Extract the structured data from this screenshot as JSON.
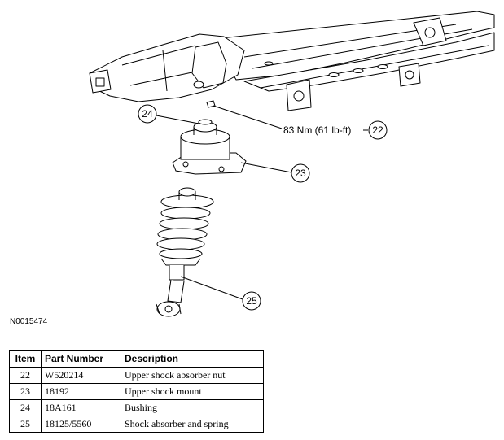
{
  "figure_id": "N0015474",
  "callouts": [
    {
      "id": "24",
      "label": "24"
    },
    {
      "id": "22",
      "label": "22"
    },
    {
      "id": "23",
      "label": "23"
    },
    {
      "id": "25",
      "label": "25"
    }
  ],
  "torque_spec": "83 Nm (61 lb-ft)",
  "table": {
    "headers": {
      "item": "Item",
      "part_number": "Part Number",
      "description": "Description"
    },
    "rows": [
      {
        "item": "22",
        "part_number": "W520214",
        "description": "Upper shock absorber nut"
      },
      {
        "item": "23",
        "part_number": "18192",
        "description": "Upper shock mount"
      },
      {
        "item": "24",
        "part_number": "18A161",
        "description": "Bushing"
      },
      {
        "item": "25",
        "part_number": "18125/5560",
        "description": "Shock absorber and spring"
      }
    ]
  }
}
